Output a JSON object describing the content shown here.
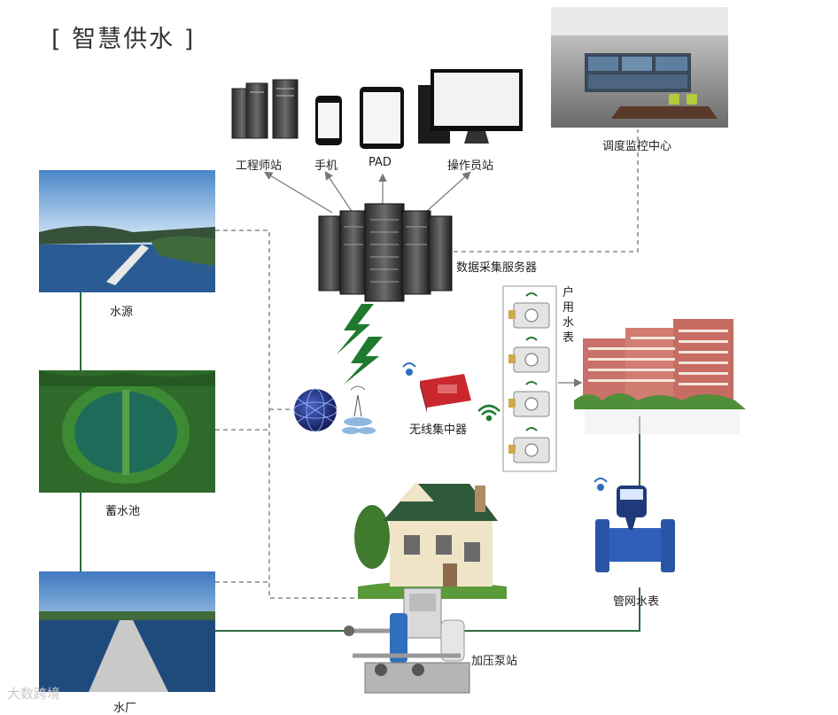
{
  "title": "[ 智慧供水 ]",
  "labels": {
    "engineer_station": "工程师站",
    "phone": "手机",
    "pad": "PAD",
    "operator_station": "操作员站",
    "dispatch_center": "调度监控中心",
    "data_server": "数据采集服务器",
    "water_source": "水源",
    "reservoir": "蓄水池",
    "water_plant": "水厂",
    "wireless_concentrator": "无线集中器",
    "household_meter": "户用水表",
    "pipe_meter": "管网水表",
    "booster_station": "加压泵站"
  },
  "watermark": "大数跨境",
  "colors": {
    "solid_line": "#2e6b3e",
    "dashed_line": "#8a8a8a",
    "arrow_line": "#777777",
    "lightning": "#1e7a2e",
    "concentrator": "#c8272d",
    "pipe_meter_body": "#2f5fb8"
  }
}
